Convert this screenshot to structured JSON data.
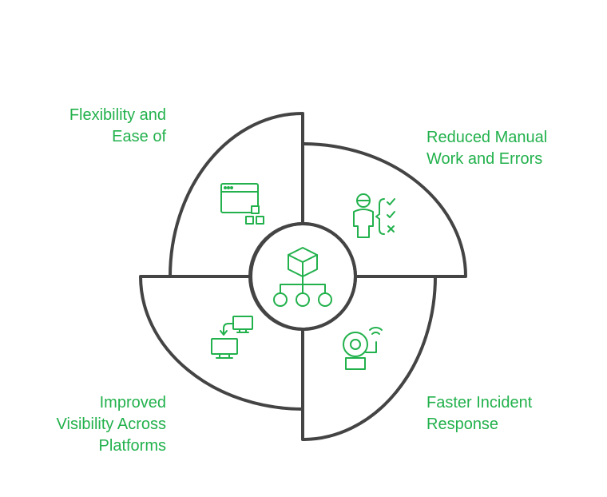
{
  "center": {
    "icon": "network-hierarchy-cube-icon"
  },
  "segments": [
    {
      "position": "top-left",
      "icon": "browser-window-blocks-icon",
      "label_lines": [
        "Flexibility and",
        "Ease of"
      ]
    },
    {
      "position": "top-right",
      "icon": "person-checklist-icon",
      "label_lines": [
        "Reduced Manual",
        "Work and Errors"
      ]
    },
    {
      "position": "bottom-right",
      "icon": "alarm-bell-icon",
      "label_lines": [
        "Faster Incident",
        "Response"
      ]
    },
    {
      "position": "bottom-left",
      "icon": "screen-sync-icon",
      "label_lines": [
        "Improved",
        "Visibility Across",
        "Platforms"
      ]
    }
  ],
  "colors": {
    "accent": "#22b14c",
    "outline": "#444444"
  }
}
